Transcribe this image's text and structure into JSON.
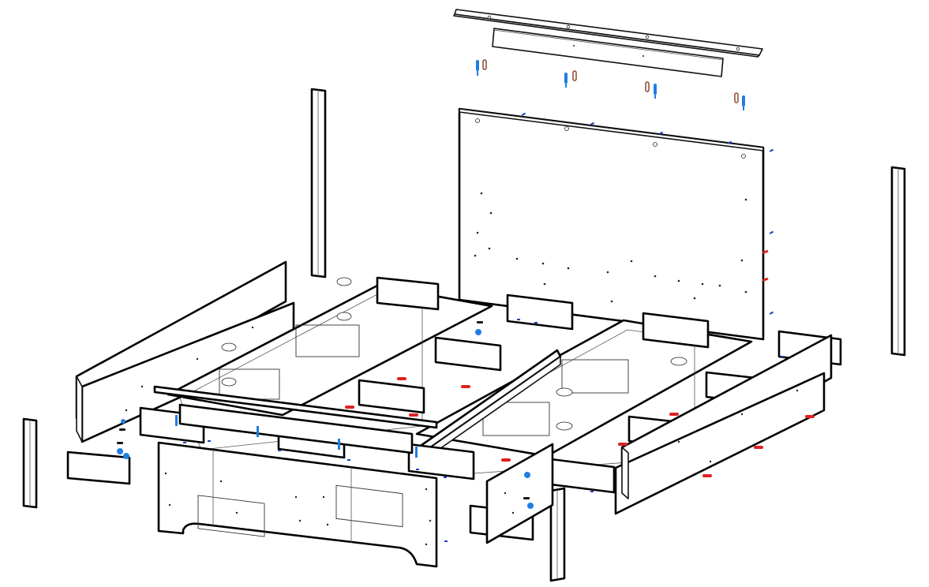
{
  "diagram": {
    "kind": "exploded-assembly",
    "colors": {
      "background": "#ffffff",
      "outline": "#111111",
      "blue_fastener": "#1f7fe0",
      "red_fastener": "#e02020",
      "brown_fastener": "#8a4b2a",
      "dark_fastener": "#1a1a1a"
    },
    "parts": [
      {
        "id": "header-top-rail"
      },
      {
        "id": "header-lower-rail"
      },
      {
        "id": "headboard-panel"
      },
      {
        "id": "left-tall-post"
      },
      {
        "id": "right-tall-post"
      },
      {
        "id": "left-short-post"
      },
      {
        "id": "front-short-post"
      },
      {
        "id": "left-side-rail"
      },
      {
        "id": "right-side-rail"
      },
      {
        "id": "left-slat-panel"
      },
      {
        "id": "right-slat-panel"
      },
      {
        "id": "center-rail"
      },
      {
        "id": "front-cross-rail"
      },
      {
        "id": "footboard-panel"
      },
      {
        "id": "right-front-panel"
      }
    ]
  }
}
